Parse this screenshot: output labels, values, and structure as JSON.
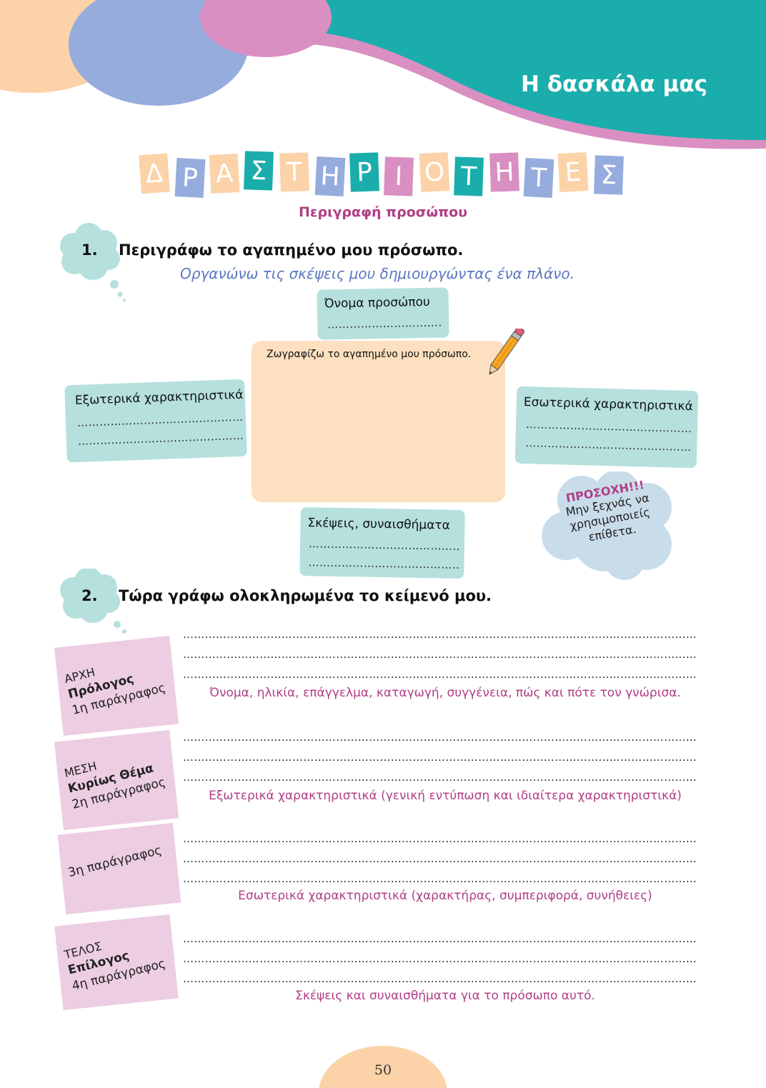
{
  "header": {
    "chapter_title": "Η δασκάλα μας"
  },
  "banner": {
    "letters": [
      "Δ",
      "Ρ",
      "Α",
      "Σ",
      "Τ",
      "Η",
      "Ρ",
      "Ι",
      "Ο",
      "Τ",
      "Η",
      "Τ",
      "Ε",
      "Σ"
    ]
  },
  "subtitle": "Περιγραφή προσώπου",
  "task1": {
    "number": "1.",
    "title": "Περιγράφω το αγαπημένο μου πρόσωπο.",
    "hint": "Οργανώνω τις σκέψεις μου δημιουργώντας ένα πλάνο."
  },
  "plan": {
    "name_label": "Όνομα προσώπου",
    "name_dots": "……………………………",
    "draw_label": "Ζωγραφίζω το αγαπημένο μου πρόσωπο.",
    "outer_label": "Εξωτερικά χαρακτηριστικά",
    "outer_dots_1": "………………………………………………",
    "outer_dots_2": "………………………………………………",
    "inner_label": "Εσωτερικά χαρακτηριστικά",
    "inner_dots_1": "………………………………………………",
    "inner_dots_2": "………………………………………………",
    "thoughts_label": "Σκέψεις, συναισθήματα",
    "thoughts_dots_1": "………………………………………",
    "thoughts_dots_2": "………………………………………"
  },
  "attention": {
    "title": "ΠΡΟΣΟΧΗ!!!",
    "line1": "Μην ξεχνάς να",
    "line2": "χρησιμοποιείς",
    "line3": "επίθετα."
  },
  "task2": {
    "number": "2.",
    "title": "Τώρα γράφω ολοκληρωμένα το κείμενό μου."
  },
  "dots_line": "……………………………………………………………………………………………………………………………",
  "sections": [
    {
      "l1": "ΑΡΧΗ",
      "l2": "Πρόλογος",
      "l3": "1η παράγραφος",
      "prompt": "Όνομα, ηλικία, επάγγελμα, καταγωγή, συγγένεια, πώς και πότε τον γνώρισα."
    },
    {
      "l1": "ΜΕΣΗ",
      "l2": "Κυρίως Θέμα",
      "l3": "2η παράγραφος",
      "prompt": "Εξωτερικά χαρακτηριστικά (γενική εντύπωση και ιδιαίτερα χαρακτηριστικά)"
    },
    {
      "l1": "",
      "l2": "",
      "l3": "3η παράγραφος",
      "prompt": "Εσωτερικά χαρακτηριστικά (χαρακτήρας, συμπεριφορά, συνήθειες)"
    },
    {
      "l1": "ΤΕΛΟΣ",
      "l2": "Επίλογος",
      "l3": "4η παράγραφος",
      "prompt": "Σκέψεις και συναισθήματα για το πρόσωπο αυτό."
    }
  ],
  "page_number": "50",
  "colors": {
    "teal": "#1aadac",
    "pink": "#d98fc2",
    "blue": "#96acdd",
    "peach": "#fcd2a8",
    "purple_text": "#b03d86",
    "card_teal": "#b5e0dd",
    "tag_pink": "#eccde2"
  }
}
